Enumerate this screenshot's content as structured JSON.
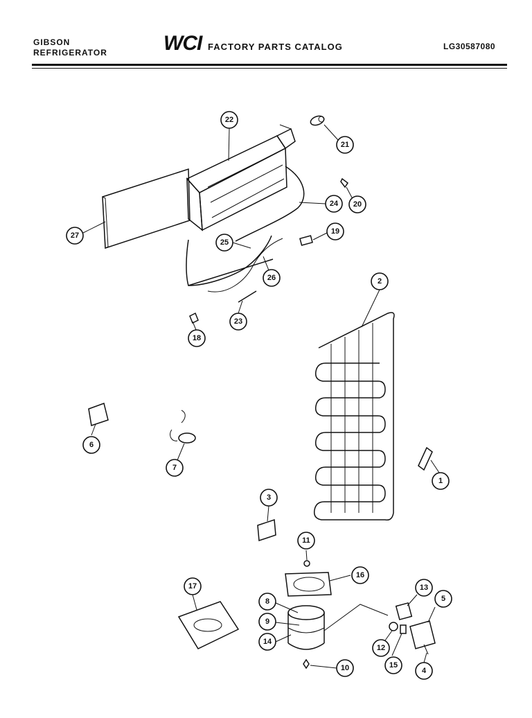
{
  "header": {
    "brand_line1": "GIBSON",
    "brand_line2": "REFRIGERATOR",
    "logo": "WCI",
    "catalog_title": "FACTORY PARTS CATALOG",
    "model_code": "LG30587080"
  },
  "callouts": [
    {
      "label": "1"
    },
    {
      "label": "2"
    },
    {
      "label": "3"
    },
    {
      "label": "4"
    },
    {
      "label": "5"
    },
    {
      "label": "6"
    },
    {
      "label": "7"
    },
    {
      "label": "8"
    },
    {
      "label": "9"
    },
    {
      "label": "10"
    },
    {
      "label": "11"
    },
    {
      "label": "12"
    },
    {
      "label": "13"
    },
    {
      "label": "14"
    },
    {
      "label": "15"
    },
    {
      "label": "16"
    },
    {
      "label": "17"
    },
    {
      "label": "18"
    },
    {
      "label": "19"
    },
    {
      "label": "20"
    },
    {
      "label": "21"
    },
    {
      "label": "22"
    },
    {
      "label": "23"
    },
    {
      "label": "24"
    },
    {
      "label": "25"
    },
    {
      "label": "26"
    },
    {
      "label": "27"
    }
  ]
}
